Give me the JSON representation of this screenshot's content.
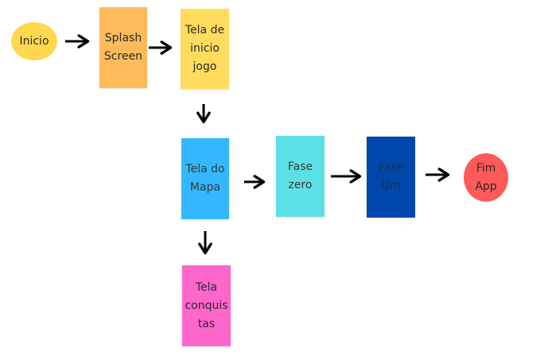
{
  "nodes": {
    "inicio": {
      "label": "Inicio",
      "color": "#FFD84D"
    },
    "splash": {
      "label": "Splash\nScreen",
      "color": "#FDBB5C"
    },
    "tela_inicio": {
      "label": "Tela de\ninicio\njogo",
      "color": "#FFDC5E"
    },
    "tela_mapa": {
      "label": "Tela do\nMapa",
      "color": "#33B8FF"
    },
    "fase_zero": {
      "label": "Fase\nzero",
      "color": "#5BE0E6"
    },
    "fase_um": {
      "label": "Fase\nUm",
      "color": "#0047AB"
    },
    "fim_app": {
      "label": "Fim\nApp",
      "color": "#FF5A5A"
    },
    "tela_conquistas": {
      "label": "Tela\nconquis\ntas",
      "color": "#FF66CC"
    }
  },
  "edges": [
    {
      "from": "inicio",
      "to": "splash"
    },
    {
      "from": "splash",
      "to": "tela_inicio"
    },
    {
      "from": "tela_inicio",
      "to": "tela_mapa"
    },
    {
      "from": "tela_mapa",
      "to": "fase_zero"
    },
    {
      "from": "fase_zero",
      "to": "fase_um"
    },
    {
      "from": "fase_um",
      "to": "fim_app"
    },
    {
      "from": "tela_mapa",
      "to": "tela_conquistas"
    }
  ],
  "arrow_color": "#000000"
}
